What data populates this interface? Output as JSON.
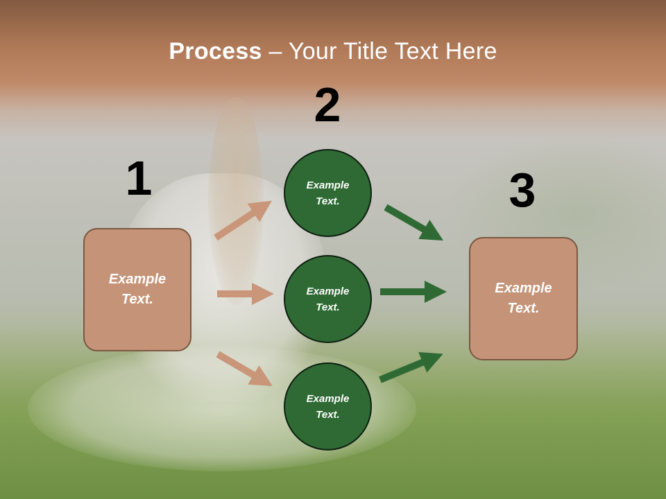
{
  "title": {
    "bold": "Process",
    "rest": " – Your Title Text Here"
  },
  "steps": {
    "step1": {
      "number": "1",
      "text": "Example\nText."
    },
    "step2": {
      "number": "2",
      "circles": [
        {
          "text": "Example\nText."
        },
        {
          "text": "Example\nText."
        },
        {
          "text": "Example\nText."
        }
      ]
    },
    "step3": {
      "number": "3",
      "text": "Example\nText."
    }
  },
  "colors": {
    "box_fill": "#c59478",
    "circle_fill": "#2f6a34",
    "arrow_left": "#c9967a",
    "arrow_right": "#2f6a34",
    "title_text": "#ffffff",
    "number_text": "#000000"
  }
}
